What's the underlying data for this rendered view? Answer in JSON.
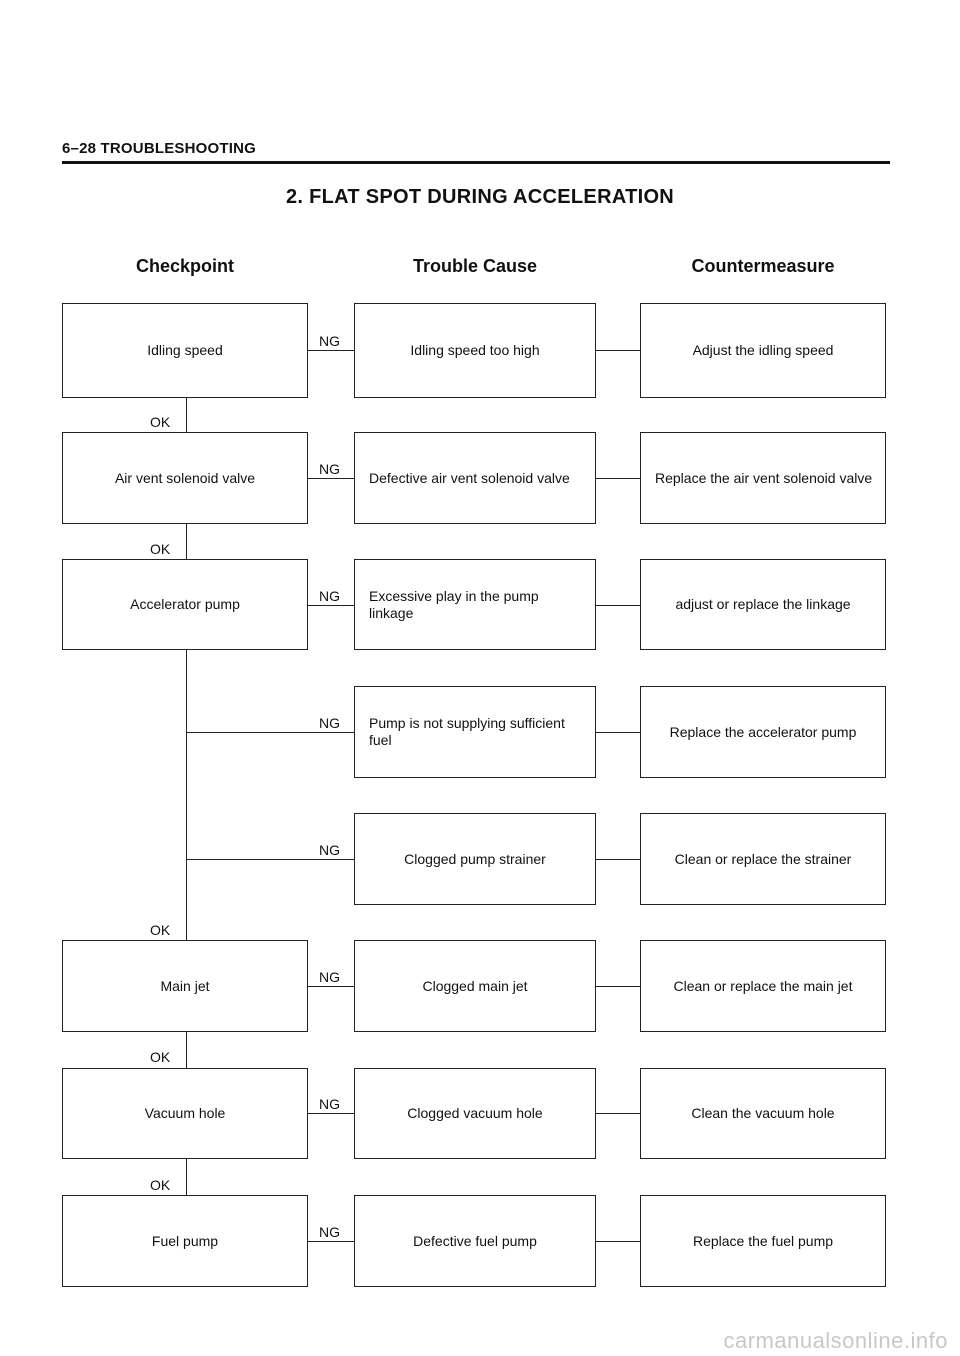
{
  "header": {
    "section": "6–28 TROUBLESHOOTING"
  },
  "title": "2.   FLAT SPOT DURING ACCELERATION",
  "columns": {
    "checkpoint": "Checkpoint",
    "cause": "Trouble Cause",
    "measure": "Countermeasure"
  },
  "labels": {
    "ng": "NG",
    "ok": "OK"
  },
  "checkpoints": [
    "Idling speed",
    "Air vent solenoid valve",
    "Accelerator pump",
    "Main jet",
    "Vacuum hole",
    "Fuel pump"
  ],
  "causes": [
    "Idling speed too high",
    "Defective air vent solenoid valve",
    "Excessive play in the pump linkage",
    "Pump is not supplying sufficient fuel",
    "Clogged pump strainer",
    "Clogged main jet",
    "Clogged vacuum hole",
    "Defective fuel pump"
  ],
  "measures": [
    "Adjust the idling speed",
    "Replace the air vent solenoid valve",
    "adjust or replace the linkage",
    "Replace the accelerator pump",
    "Clean or replace the strainer",
    "Clean or replace the main jet",
    "Clean the vacuum hole",
    "Replace the fuel pump"
  ],
  "watermark": "carmanualsonline.info"
}
